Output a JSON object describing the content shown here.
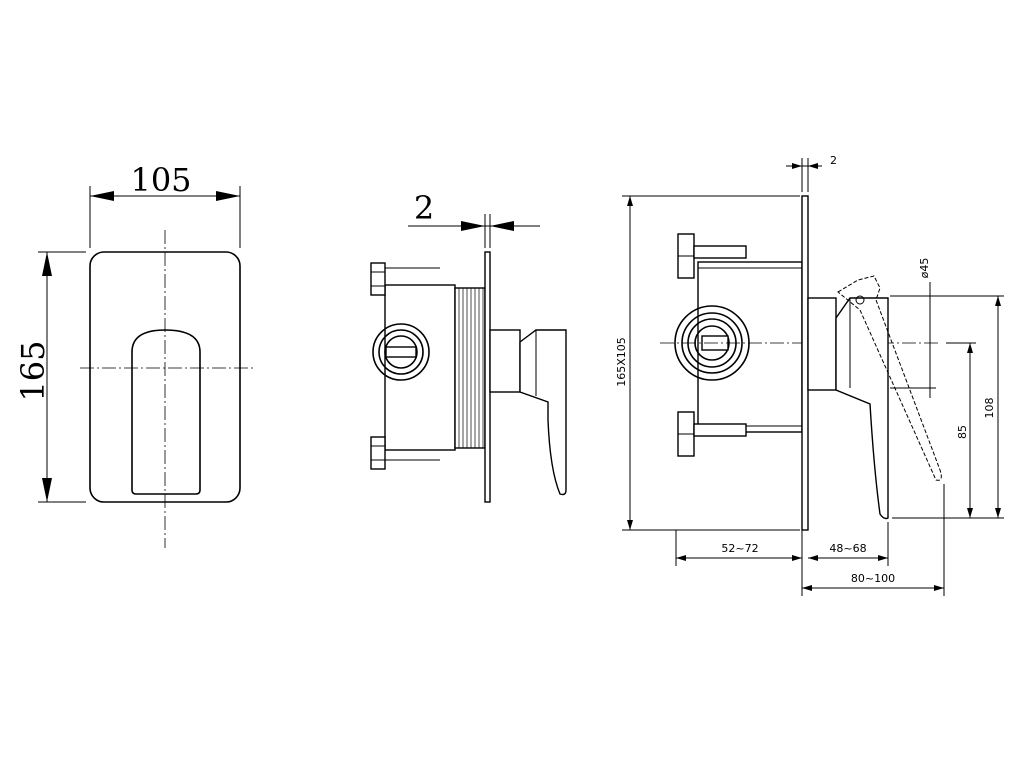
{
  "front_view": {
    "width_label": "105",
    "height_label": "165"
  },
  "side_view": {
    "plate_label": "2"
  },
  "section_view": {
    "plate_label": "2",
    "size_label": "165X105",
    "diameter_label": "ø45",
    "height_total_label": "108",
    "height_inner_label": "85",
    "depth_wall_label": "52~72",
    "depth_handle_label": "48~68",
    "depth_total_label": "80~100"
  }
}
